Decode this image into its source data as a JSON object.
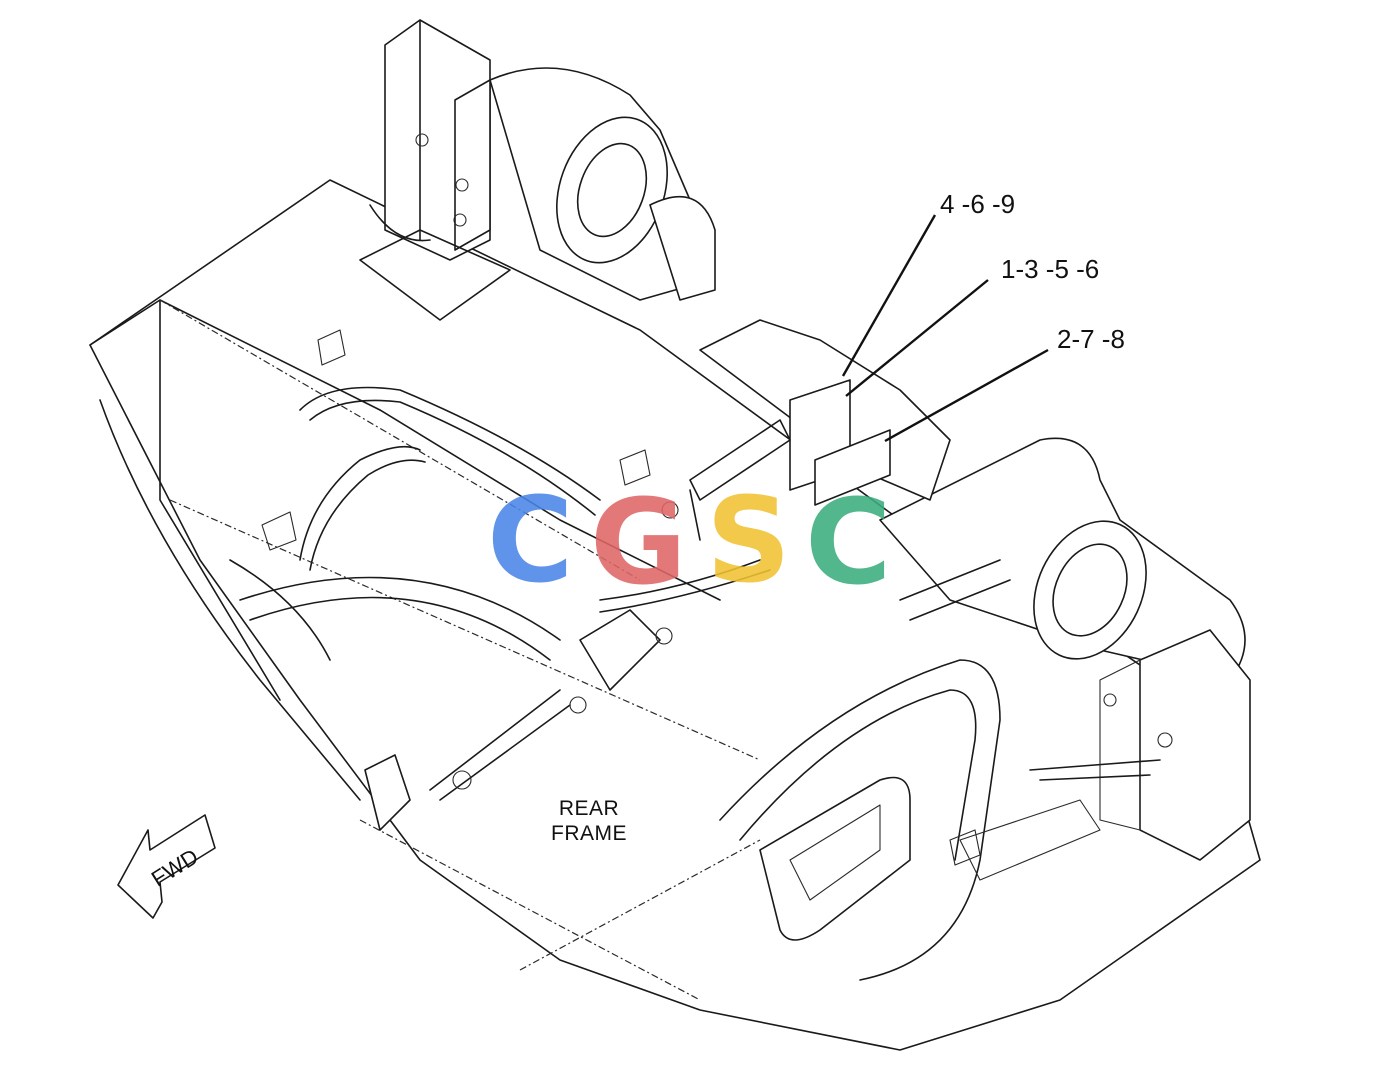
{
  "callouts": [
    {
      "label": "4 -6 -9"
    },
    {
      "label": "1-3 -5 -6"
    },
    {
      "label": "2-7 -8"
    }
  ],
  "frame_label": {
    "line1": "REAR",
    "line2": "FRAME"
  },
  "direction_arrow": {
    "label": "FWD"
  },
  "watermark": {
    "letters": [
      "C",
      "G",
      "S",
      "C"
    ],
    "colors": [
      "#4a86e8",
      "#e06666",
      "#f1c232",
      "#3cae7e"
    ]
  }
}
